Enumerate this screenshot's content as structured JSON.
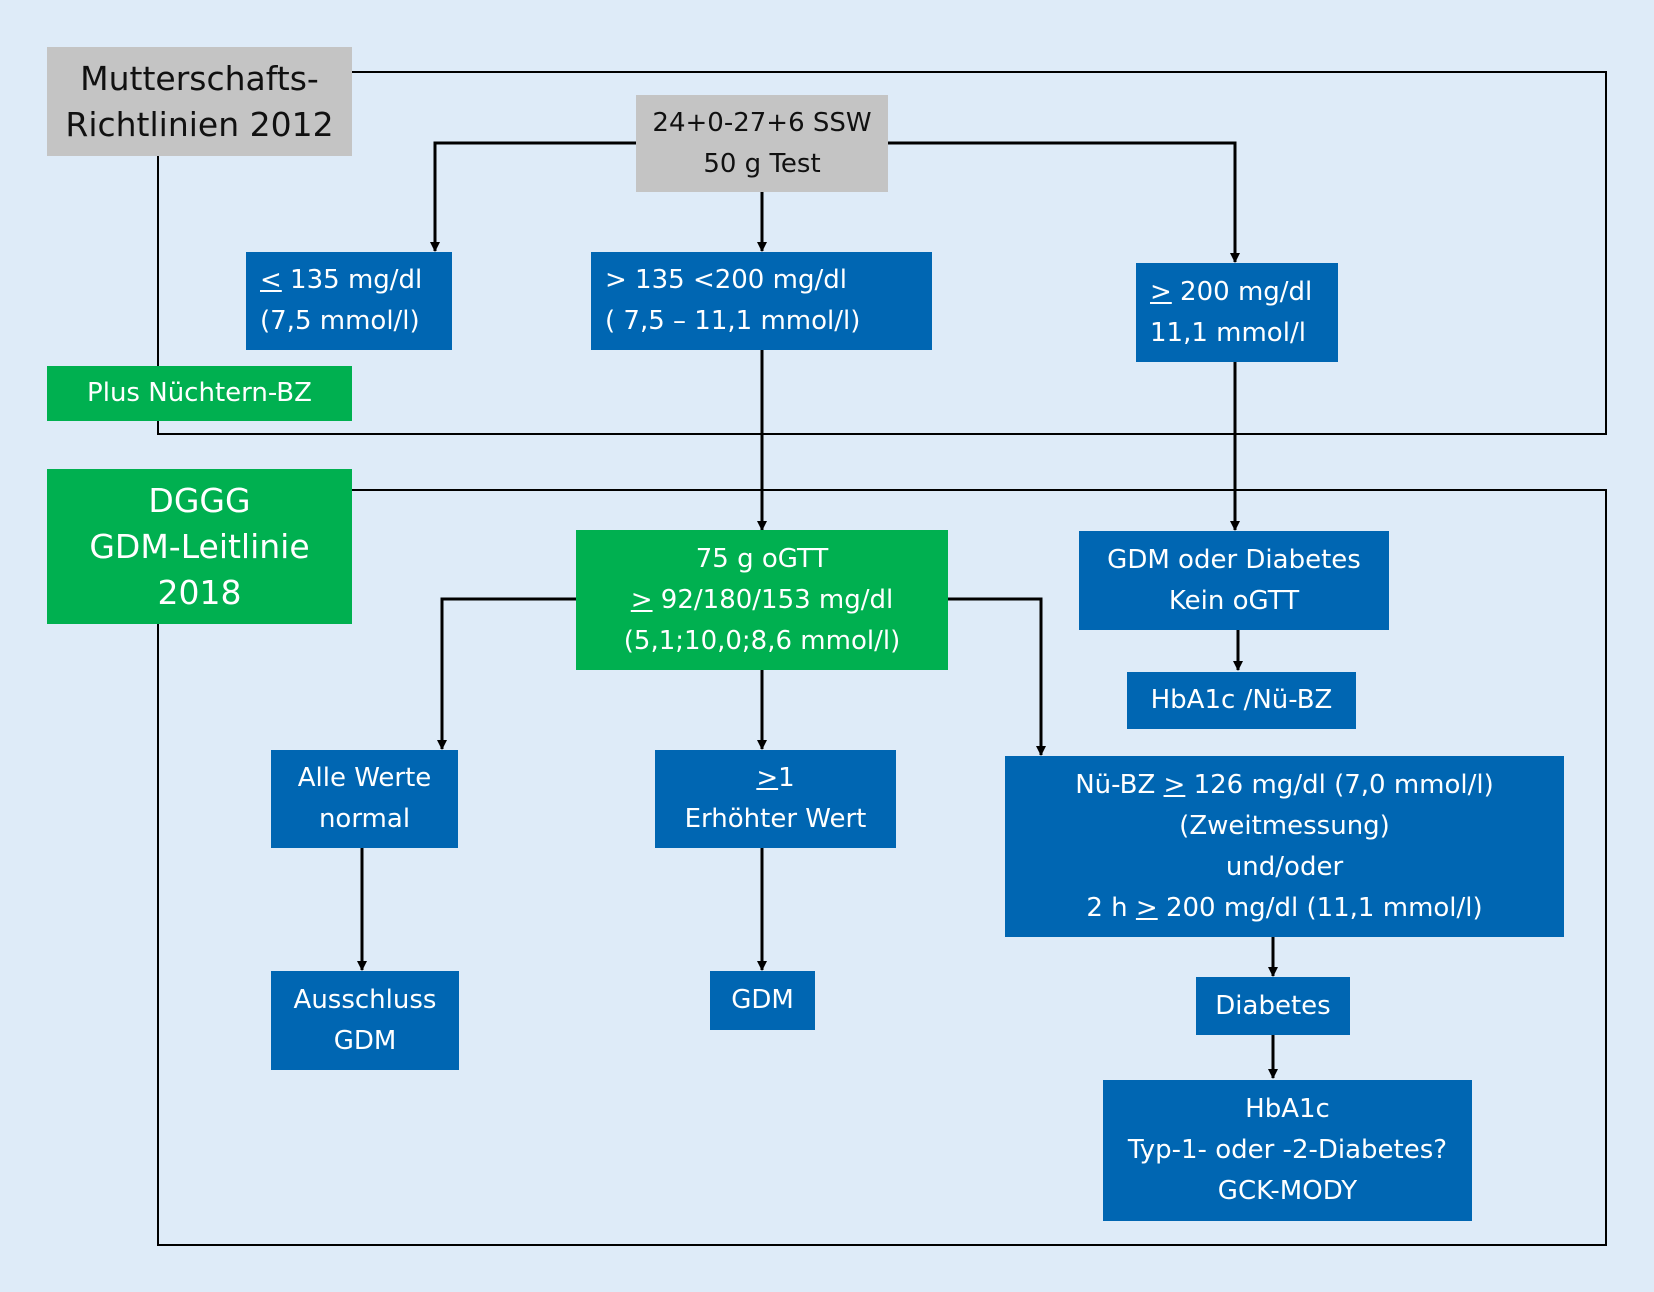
{
  "colors": {
    "background": "#deebf8",
    "box_blue": "#0066b2",
    "box_green": "#00b050",
    "box_grey": "#c4c4c4",
    "line": "#000000"
  },
  "sections": {
    "mutterschaft": {
      "line1": "Mutterschafts-",
      "line2": "Richtlinien 2012"
    },
    "dggg": {
      "line1": "DGGG",
      "line2": "GDM-Leitlinie",
      "line3": "2018"
    }
  },
  "nodes": {
    "screening": {
      "line1": "24+0-27+6 SSW",
      "line2": "50 g Test"
    },
    "low": {
      "line1_sym": "<",
      "line1_rest": " 135 mg/dl",
      "line2": "(7,5 mmol/l)"
    },
    "mid": {
      "line1": "> 135 <200 mg/dl",
      "line2": "( 7,5 – 11,1 mmol/l)"
    },
    "high": {
      "line1_sym": ">",
      "line1_rest": " 200 mg/dl",
      "line2": "11,1 mmol/l"
    },
    "fasting": {
      "line1": "Plus Nüchtern-BZ"
    },
    "ogtt": {
      "line1": "75 g oGTT",
      "line2_sym": ">",
      "line2_rest": " 92/180/153 mg/dl",
      "line3": "(5,1;10,0;8,6 mmol/l)"
    },
    "gdm_or_diabetes": {
      "line1": "GDM oder Diabetes",
      "line2": "Kein oGTT"
    },
    "hba1c_nuebz": {
      "line1": "HbA1c /Nü-BZ"
    },
    "all_normal": {
      "line1": "Alle Werte",
      "line2": "normal"
    },
    "elevated": {
      "line1_sym": ">",
      "line1_rest": "1",
      "line2": "Erhöhter Wert"
    },
    "criteria": {
      "line1_a": "Nü-BZ ",
      "line1_sym": ">",
      "line1_b": " 126 mg/dl (7,0 mmol/l)",
      "line2": "(Zweitmessung)",
      "line3": "und/oder",
      "line4_a": "2 h ",
      "line4_sym": ">",
      "line4_b": " 200 mg/dl (11,1 mmol/l)"
    },
    "exclusion": {
      "line1": "Ausschluss",
      "line2": "GDM"
    },
    "gdm": {
      "line1": "GDM"
    },
    "diabetes": {
      "line1": "Diabetes"
    },
    "typing": {
      "line1": "HbA1c",
      "line2": "Typ-1- oder -2-Diabetes?",
      "line3": "GCK-MODY"
    }
  }
}
